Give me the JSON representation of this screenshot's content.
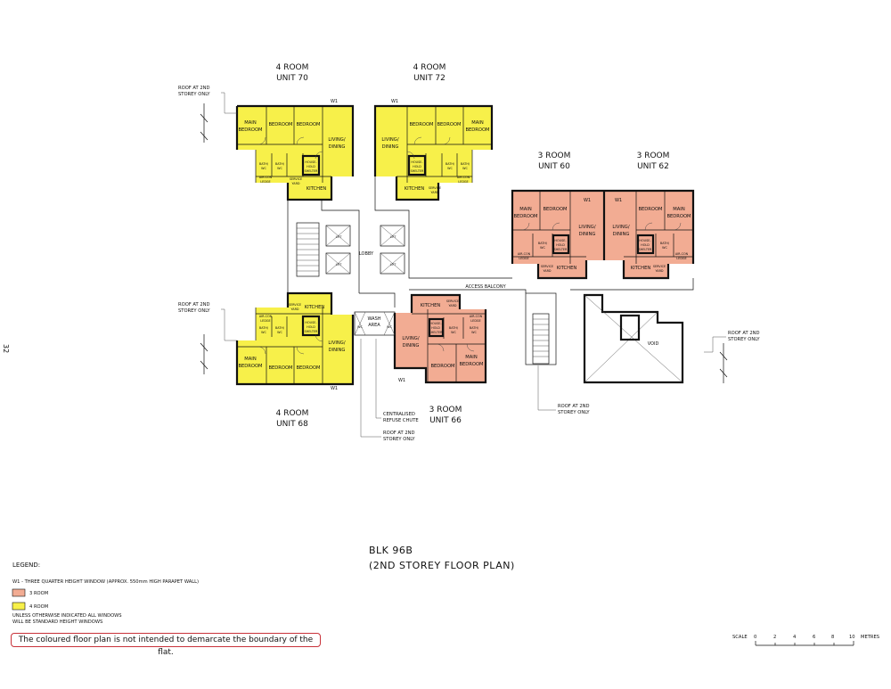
{
  "colors": {
    "three_room": "#f2ac93",
    "four_room": "#f7f04a",
    "outline": "#111111",
    "disclaimer_border": "#c8323a"
  },
  "units": [
    {
      "id": "u70",
      "type": "4 ROOM",
      "unit": "UNIT 70"
    },
    {
      "id": "u72",
      "type": "4 ROOM",
      "unit": "UNIT 72"
    },
    {
      "id": "u60",
      "type": "3 ROOM",
      "unit": "UNIT 60"
    },
    {
      "id": "u62",
      "type": "3 ROOM",
      "unit": "UNIT 62"
    },
    {
      "id": "u68",
      "type": "4 ROOM",
      "unit": "UNIT 68"
    },
    {
      "id": "u66",
      "type": "3 ROOM",
      "unit": "UNIT 66"
    }
  ],
  "rooms": {
    "main": "MAIN",
    "bedroom": "BEDROOM",
    "living": "LIVING/",
    "dining": "DINING",
    "kitchen": "KITCHEN",
    "household": "HOUSE-",
    "hold": "HOLD",
    "shelter": "SHELTER",
    "bath": "BATH/",
    "wc": "WC",
    "aircon": "AIR-CON",
    "ledge": "LEDGE",
    "service": "SERVICE",
    "yard": "YARD"
  },
  "common": {
    "lobby": "LOBBY",
    "lift": "LIFT",
    "access_balcony": "ACCESS BALCONY",
    "void": "VOID",
    "wash_area_1": "WASH",
    "wash_area_2": "AREA",
    "wc": "WC"
  },
  "window_tag": "W1",
  "notes": {
    "roof_line1": "ROOF AT 2ND",
    "roof_line2": "STOREY ONLY",
    "refuse_line1": "CENTRALISED",
    "refuse_line2": "REFUSE CHUTE"
  },
  "page_number": "32",
  "title": {
    "block": "BLK 96B",
    "subtitle": "(2ND STOREY FLOOR PLAN)"
  },
  "legend": {
    "heading": "LEGEND:",
    "w1": "W1 - THREE QUARTER HEIGHT WINDOW (APPROX. 550mm HIGH PARAPET WALL)",
    "three_room": "3 ROOM",
    "four_room": "4 ROOM",
    "window_note_1": "UNLESS OTHERWISE INDICATED ALL WINDOWS",
    "window_note_2": "WILL BE STANDARD HEIGHT WINDOWS"
  },
  "disclaimer": "The coloured floor plan is not intended to demarcate the boundary of the flat.",
  "scale": {
    "label": "SCALE",
    "ticks": [
      "0",
      "2",
      "4",
      "6",
      "8",
      "10"
    ],
    "unit": "METRES"
  }
}
